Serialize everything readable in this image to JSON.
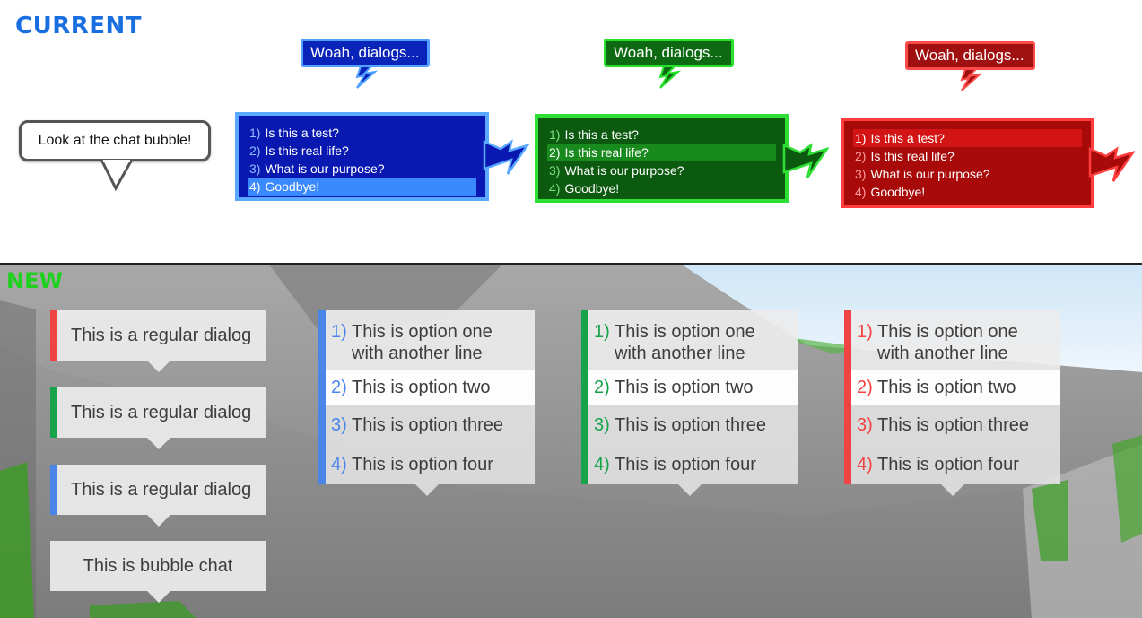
{
  "labels": {
    "current": "CURRENT",
    "new": "NEW"
  },
  "colors": {
    "current_label": "#1a6fe0",
    "new_label": "#1fd11f",
    "blue_accent": "#4a86e8",
    "green_accent": "#16a34a",
    "red_accent": "#f04444"
  },
  "current": {
    "chat_bubble": "Look at the chat bubble!",
    "dialogs": [
      {
        "theme": "blue",
        "speech": "Woah, dialogs...",
        "options": [
          {
            "num": "1)",
            "text": "Is this a test?"
          },
          {
            "num": "2)",
            "text": "Is this real life?"
          },
          {
            "num": "3)",
            "text": "What is our purpose?"
          },
          {
            "num": "4)",
            "text": "Goodbye!"
          }
        ]
      },
      {
        "theme": "green",
        "speech": "Woah, dialogs...",
        "options": [
          {
            "num": "1)",
            "text": "Is this a test?"
          },
          {
            "num": "2)",
            "text": "Is this real life?"
          },
          {
            "num": "3)",
            "text": "What is our purpose?"
          },
          {
            "num": "4)",
            "text": "Goodbye!"
          }
        ]
      },
      {
        "theme": "red",
        "speech": "Woah, dialogs...",
        "options": [
          {
            "num": "1)",
            "text": "Is this a test?"
          },
          {
            "num": "2)",
            "text": "Is this real life?"
          },
          {
            "num": "3)",
            "text": "What is our purpose?"
          },
          {
            "num": "4)",
            "text": "Goodbye!"
          }
        ]
      }
    ]
  },
  "new": {
    "regular_dialogs": [
      "This is a regular dialog",
      "This is a regular dialog",
      "This is a regular dialog"
    ],
    "bubble_chat": "This is bubble chat",
    "option_dialogs": [
      {
        "theme": "blue",
        "options": [
          {
            "num": "1)",
            "line1": "This is option one",
            "line2": "with another line"
          },
          {
            "num": "2)",
            "text": "This is option two"
          },
          {
            "num": "3)",
            "text": "This is option three"
          },
          {
            "num": "4)",
            "text": "This is option four"
          }
        ]
      },
      {
        "theme": "green",
        "options": [
          {
            "num": "1)",
            "line1": "This is option one",
            "line2": "with another line"
          },
          {
            "num": "2)",
            "text": "This is option two"
          },
          {
            "num": "3)",
            "text": "This is option three"
          },
          {
            "num": "4)",
            "text": "This is option four"
          }
        ]
      },
      {
        "theme": "red",
        "options": [
          {
            "num": "1)",
            "line1": "This is option one",
            "line2": "with another line"
          },
          {
            "num": "2)",
            "text": "This is option two"
          },
          {
            "num": "3)",
            "text": "This is option three"
          },
          {
            "num": "4)",
            "text": "This is option four"
          }
        ]
      }
    ]
  }
}
